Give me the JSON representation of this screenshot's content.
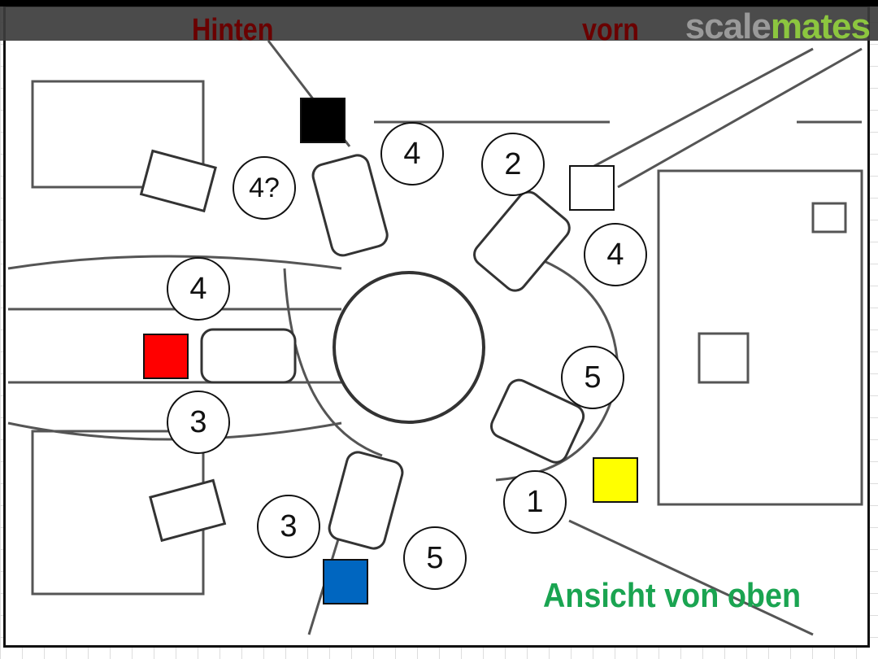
{
  "header": {
    "rear_label": "Hinten",
    "front_label": "vorn",
    "logo_part1": "scale",
    "logo_part2": "mates"
  },
  "caption": "Ansicht von oben",
  "cylinder_numbers": [
    "4",
    "4?",
    "2",
    "4",
    "4",
    "5",
    "3",
    "1",
    "3",
    "5"
  ],
  "markers": {
    "black": "#000000",
    "white": "#ffffff",
    "red": "#ff0000",
    "yellow": "#ffff00",
    "blue": "#0066c0"
  }
}
